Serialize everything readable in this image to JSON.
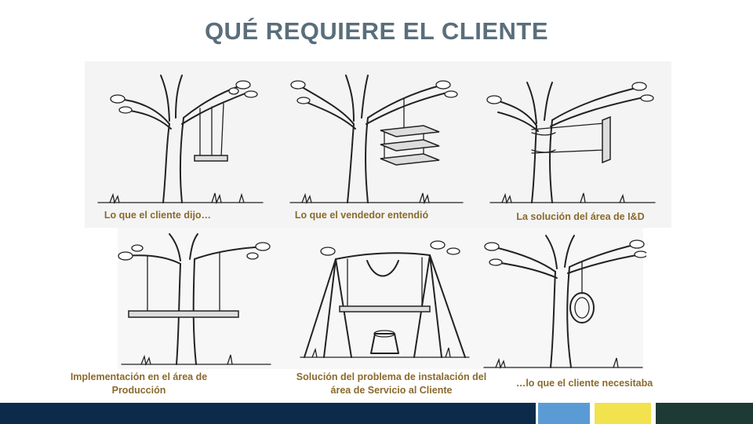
{
  "slide": {
    "title": "QUÉ REQUIERE EL CLIENTE"
  },
  "panels": [
    {
      "id": "cliente-dijo",
      "caption": "Lo que el cliente dijo…"
    },
    {
      "id": "vendedor-entendio",
      "caption": "Lo que el vendedor entendió"
    },
    {
      "id": "solucion-id",
      "caption": "La solución del área de I&D"
    },
    {
      "id": "implementacion-produccion",
      "caption": "Implementación en el área de Producción"
    },
    {
      "id": "servicio-cliente",
      "caption": "Solución del problema de instalación del área de Servicio al Cliente"
    },
    {
      "id": "cliente-necesitaba",
      "caption": "…lo que el cliente necesitaba"
    }
  ],
  "colors": {
    "title": "#5a6e7b",
    "caption": "#8a6a2c",
    "footer": "#0c2b4a",
    "accent_blue": "#5b9bd5",
    "accent_yellow": "#f2e24e",
    "accent_green": "#1e3a34"
  }
}
